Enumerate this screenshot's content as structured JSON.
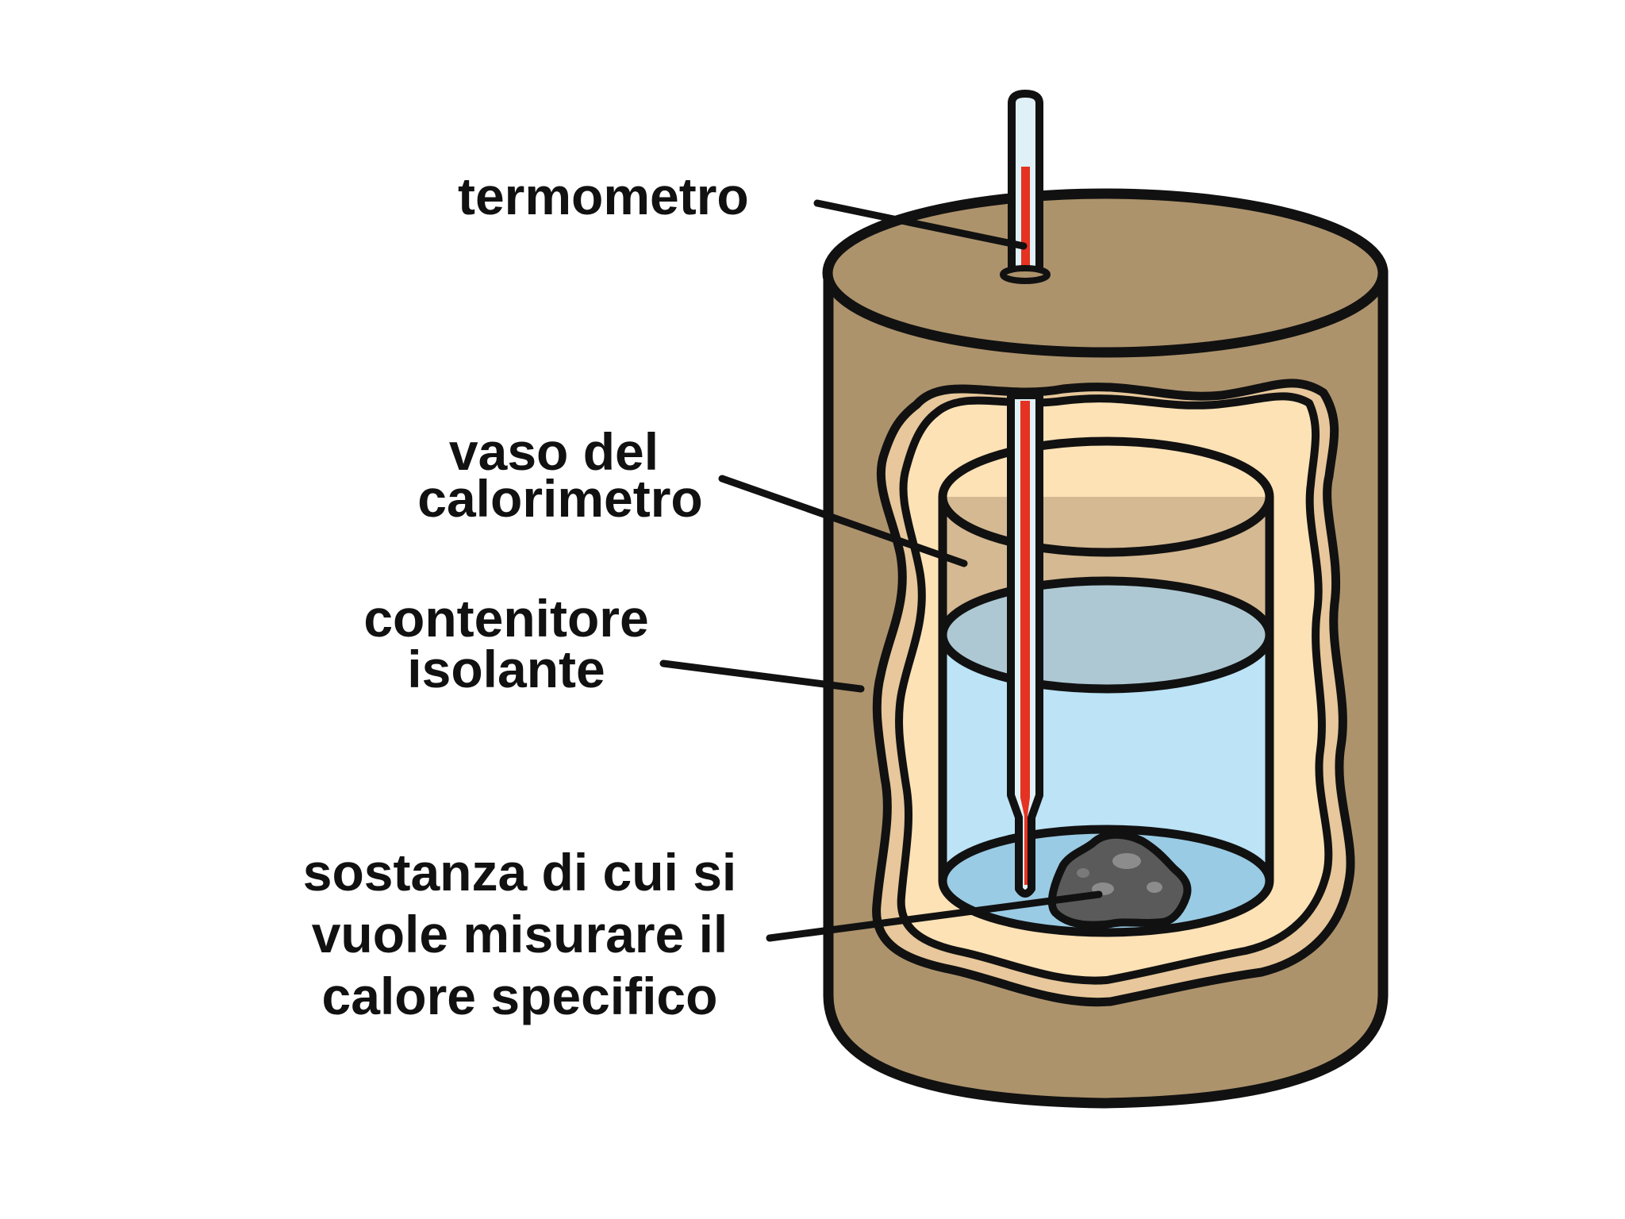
{
  "labels": {
    "thermometer": "termometro",
    "vessel_line1": "vaso del",
    "vessel_line2": "calorimetro",
    "insulation_line1": "contenitore",
    "insulation_line2": "isolante",
    "substance_line1": "sostanza di cui si",
    "substance_line2": "vuole misurare il",
    "substance_line3": "calore specifico"
  },
  "colors": {
    "outline": "#111111",
    "outer_container": "#ad936c",
    "insulation": "#fde2b6",
    "insulation_shadow": "#e7c79b",
    "vessel_air": "#d5b992",
    "water": "#bce3f6",
    "water_surface": "#adc8d3",
    "vessel_bottom": "#9acbe4",
    "thermometer_glass": "#dff1f7",
    "mercury": "#e53222",
    "stone": "#5a5a5a",
    "stone_highlight": "#8c8c8c"
  },
  "icons": {
    "thermometer": "thermometer-icon",
    "stone": "stone-sample-icon"
  }
}
